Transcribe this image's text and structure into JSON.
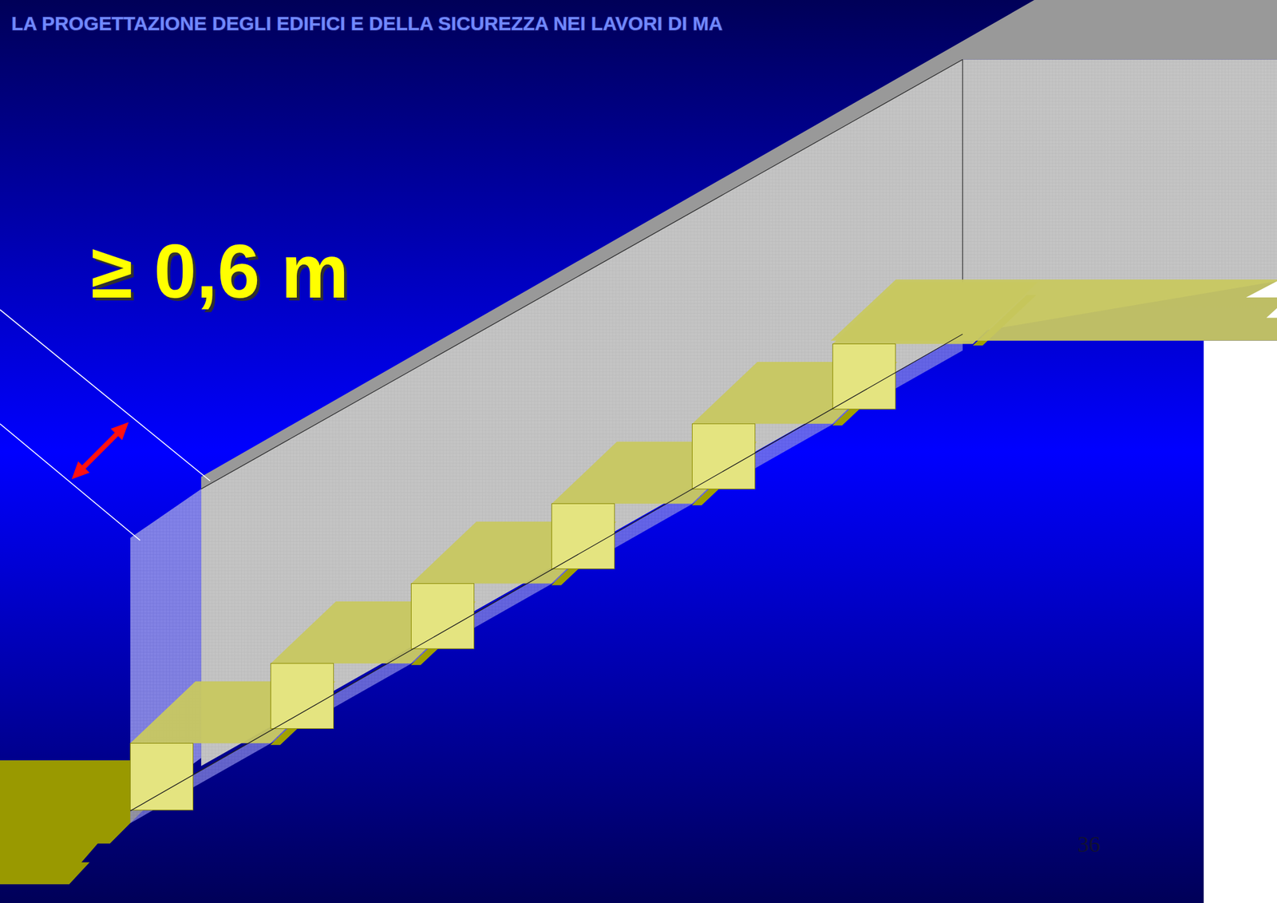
{
  "diagram": {
    "title": "LA PROGETTAZIONE DEGLI EDIFICI E DELLA SICUREZZA NEI LAVORI DI MA",
    "labels": [
      "≥ 0,6 m",
      "36"
    ]
  }
}
